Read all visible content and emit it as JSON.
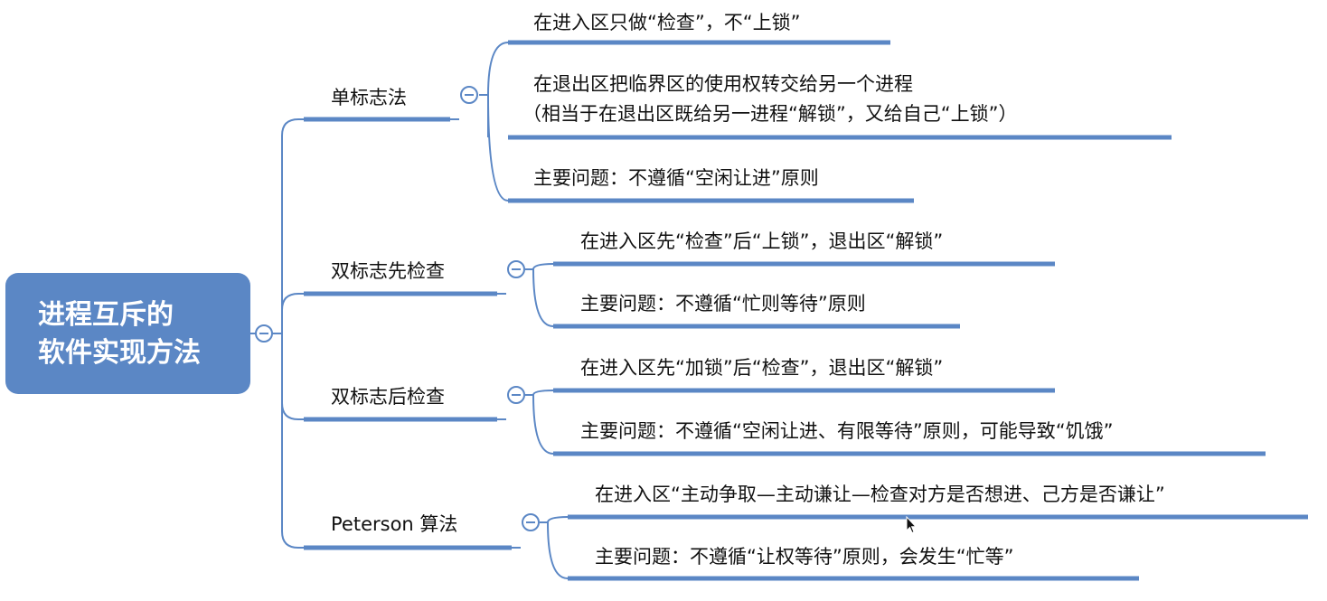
{
  "colors": {
    "accent": "#5b87c5",
    "connector": "#5b87c5",
    "underline": "#5b87c5",
    "root_text": "#ffffff",
    "text": "#111111",
    "background": "#ffffff"
  },
  "root": {
    "line1": "进程互斥的",
    "line2": "软件实现方法",
    "icon": "collapse-icon"
  },
  "branches": [
    {
      "label": "单标志法",
      "icon": "collapse-icon",
      "leaves": [
        {
          "text": "在进入区只做“检查”，不“上锁”"
        },
        {
          "text": "在退出区把临界区的使用权转交给另一个进程",
          "text2": "（相当于在退出区既给另一进程“解锁”，又给自己“上锁”）"
        },
        {
          "text": "主要问题：不遵循“空闲让进”原则"
        }
      ]
    },
    {
      "label": "双标志先检查",
      "icon": "collapse-icon",
      "leaves": [
        {
          "text": "在进入区先“检查”后“上锁”，退出区“解锁”"
        },
        {
          "text": "主要问题：不遵循“忙则等待”原则"
        }
      ]
    },
    {
      "label": "双标志后检查",
      "icon": "collapse-icon",
      "leaves": [
        {
          "text": "在进入区先“加锁”后“检查”，退出区“解锁”"
        },
        {
          "text": "主要问题：不遵循“空闲让进、有限等待”原则，可能导致“饥饿”"
        }
      ]
    },
    {
      "label": "Peterson 算法",
      "icon": "collapse-icon",
      "leaves": [
        {
          "text": "在进入区“主动争取—主动谦让—检查对方是否想进、己方是否谦让”"
        },
        {
          "text": "主要问题：不遵循“让权等待”原则，会发生“忙等”"
        }
      ]
    }
  ]
}
